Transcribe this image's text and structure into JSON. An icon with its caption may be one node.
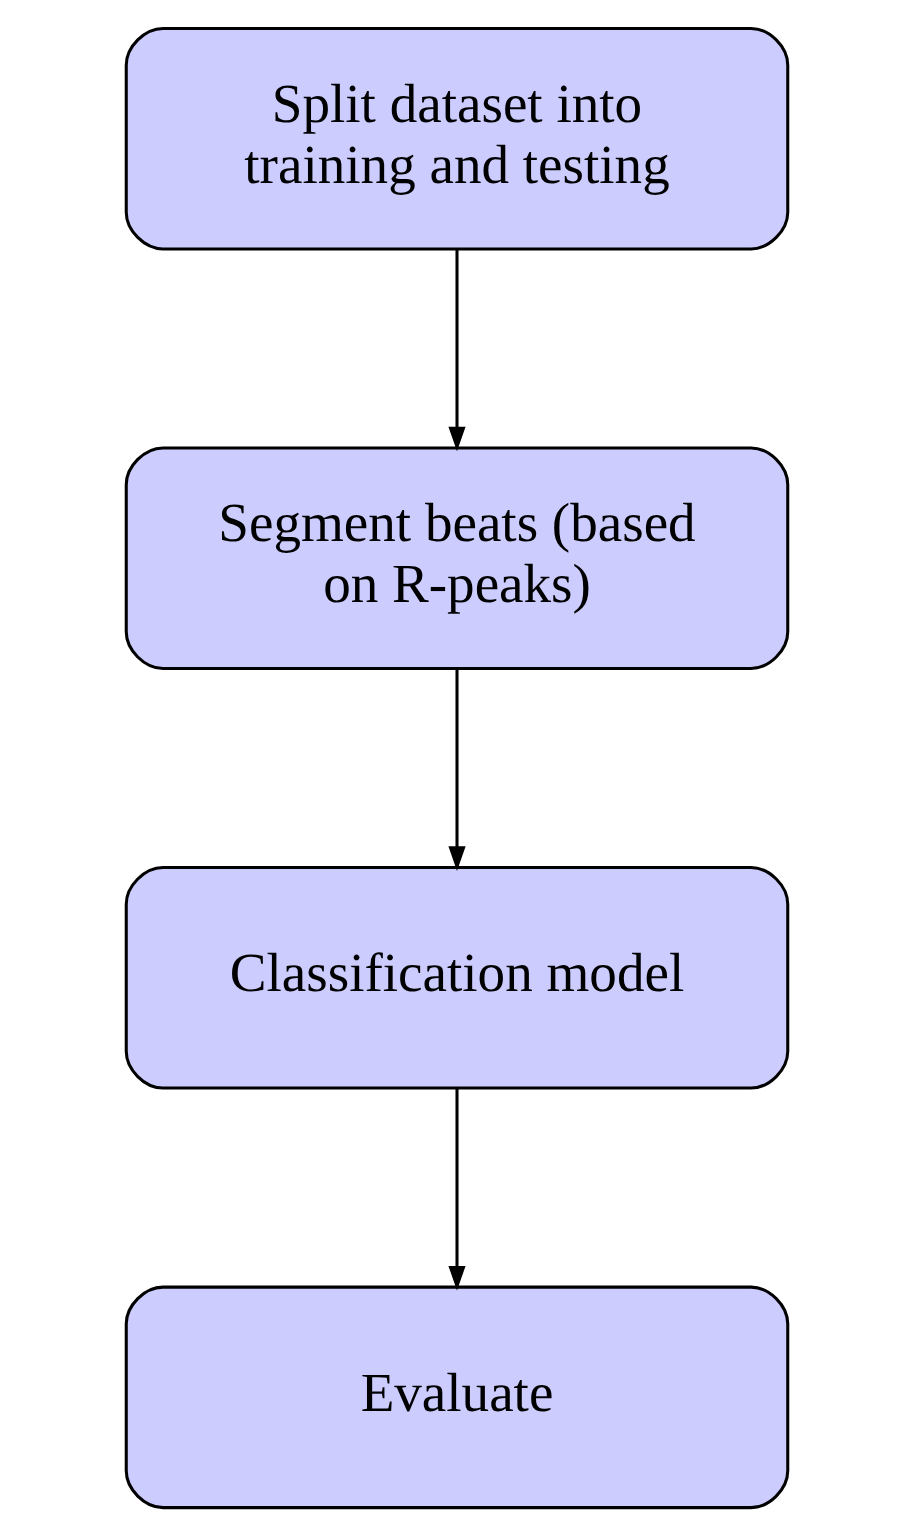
{
  "diagram": {
    "nodes": [
      {
        "text": [
          "Split dataset into training and testing"
        ]
      },
      {
        "text": [
          "Segment beats (based on R-peaks)"
        ]
      },
      {
        "text": [
          "Classification model"
        ]
      },
      {
        "text": [
          "Evaluate"
        ]
      }
    ],
    "edges": [
      {
        "from": 0,
        "to": 1,
        "arrow": "to"
      },
      {
        "from": 1,
        "to": 2,
        "arrow": "to"
      },
      {
        "from": 2,
        "to": 3,
        "arrow": "to"
      }
    ]
  }
}
